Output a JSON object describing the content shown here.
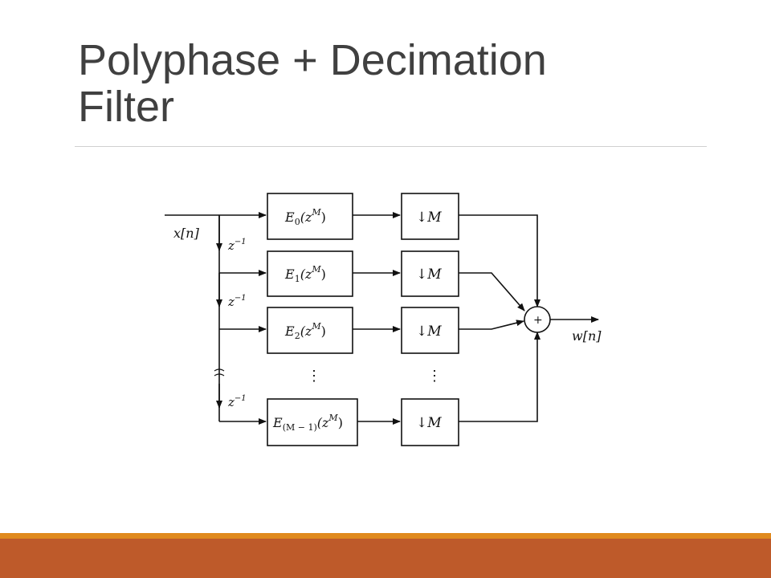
{
  "slide": {
    "title_line1": "Polyphase + Decimation",
    "title_line2": "Filter"
  },
  "diagram": {
    "input_label": "x[n]",
    "output_label": "w[n]",
    "delay_label": "z",
    "delay_exp": "−1",
    "sum_symbol": "+",
    "vdots": "⋮",
    "downsample_arrow": "↓",
    "downsample_factor": "M",
    "branches": [
      {
        "fn": "E",
        "sub": "0",
        "arg_open": "(z",
        "arg_exp": "M",
        "arg_close": ")"
      },
      {
        "fn": "E",
        "sub": "1",
        "arg_open": "(z",
        "arg_exp": "M",
        "arg_close": ")"
      },
      {
        "fn": "E",
        "sub": "2",
        "arg_open": "(z",
        "arg_exp": "M",
        "arg_close": ")"
      },
      {
        "fn": "E",
        "sub": "(M − 1)",
        "arg_open": "(z",
        "arg_exp": "M",
        "arg_close": ")"
      }
    ]
  },
  "colors": {
    "accent_thin": "#e08a1e",
    "accent_main": "#be5a2a",
    "title": "#404040",
    "line": "#111111"
  }
}
